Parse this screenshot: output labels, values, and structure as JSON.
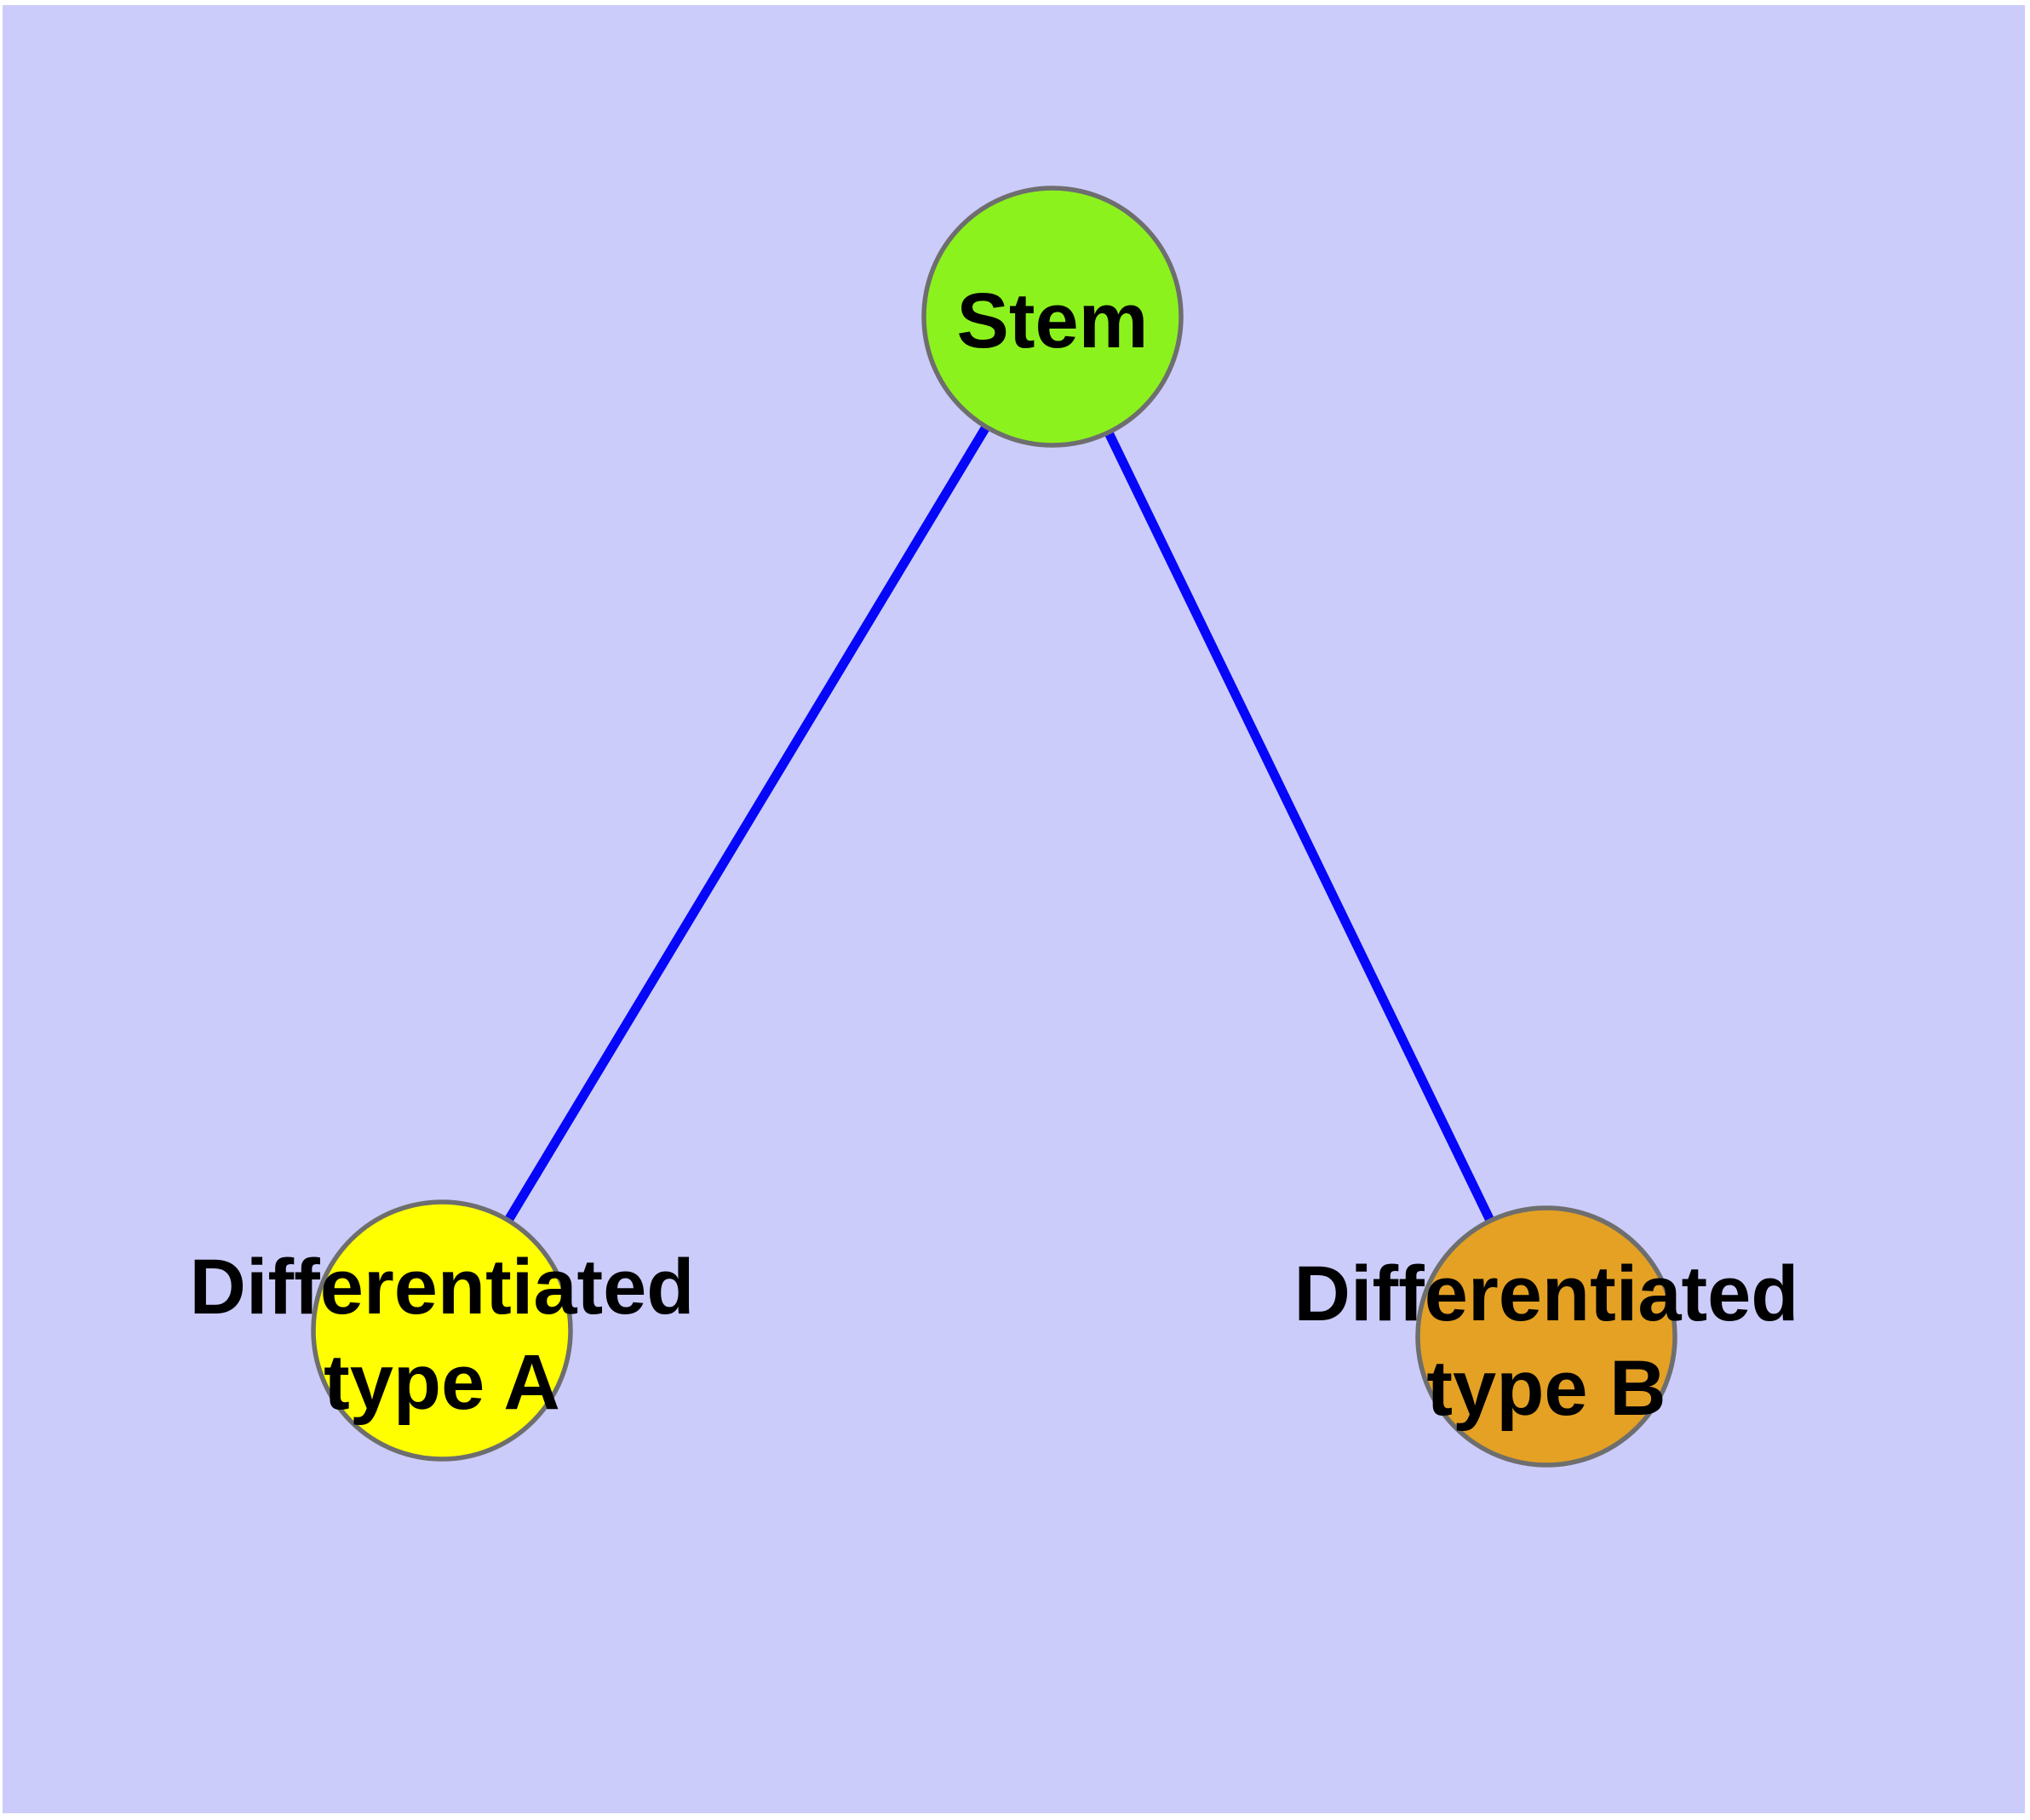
{
  "canvas": {
    "page_background": "#FFFFFF",
    "background_color": "#CBCCFA"
  },
  "diagram": {
    "type": "node-link-graph",
    "text_color": "#000000",
    "node_border_color": "#6E6E6E",
    "edge_color": "#0606F8",
    "nodes": [
      {
        "id": "stem",
        "label": "Stem",
        "label_lines": [
          "Stem"
        ],
        "fill": "#8CF21E"
      },
      {
        "id": "differentiated-type-a",
        "label": "Differentiated type A",
        "label_lines": [
          "Differentiated",
          "type A"
        ],
        "fill": "#FFFF00"
      },
      {
        "id": "differentiated-type-b",
        "label": "Differentiated type B",
        "label_lines": [
          "Differentiated",
          "type B"
        ],
        "fill": "#E4A123"
      }
    ],
    "edges": [
      {
        "from": "stem",
        "to": "differentiated-type-a"
      },
      {
        "from": "stem",
        "to": "differentiated-type-b"
      }
    ]
  }
}
